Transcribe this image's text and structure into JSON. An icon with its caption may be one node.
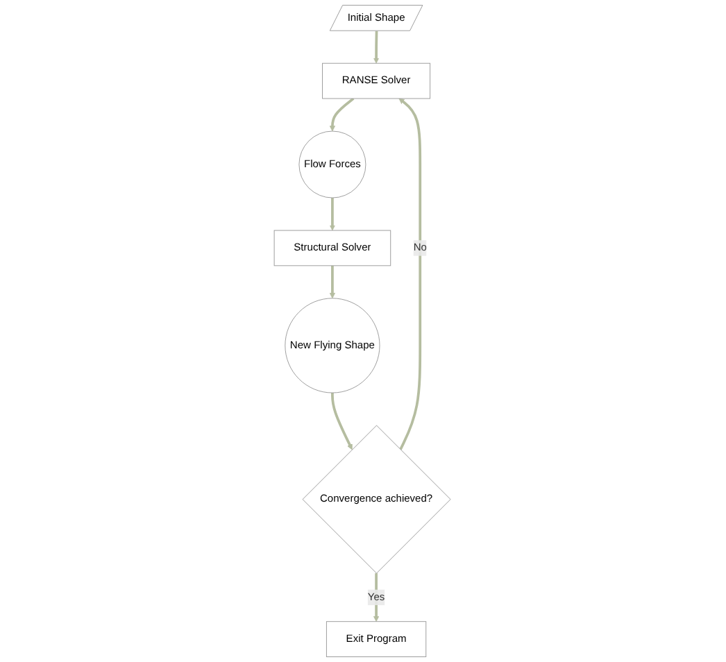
{
  "diagram": {
    "nodes": [
      {
        "text": [
          "Initial Shape"
        ]
      },
      {
        "text": [
          "RANSE Solver"
        ]
      },
      {
        "text": [
          "Flow Forces"
        ]
      },
      {
        "text": [
          "Structural Solver"
        ]
      },
      {
        "text": [
          "New Flying Shape"
        ]
      },
      {
        "text": [
          "Convergence achieved?"
        ]
      },
      {
        "text": [
          "Exit Program"
        ]
      }
    ],
    "edges": [
      {
        "from": 0,
        "to": 1,
        "arrow": "to"
      },
      {
        "from": 1,
        "to": 2,
        "arrow": "to"
      },
      {
        "from": 2,
        "to": 3,
        "arrow": "to"
      },
      {
        "from": 3,
        "to": 4,
        "arrow": "to"
      },
      {
        "from": 4,
        "to": 5,
        "arrow": "to"
      },
      {
        "from": 5,
        "to": 1,
        "label": "No",
        "arrow": "to"
      },
      {
        "from": 5,
        "to": 6,
        "label": "Yes",
        "arrow": "to"
      }
    ]
  }
}
